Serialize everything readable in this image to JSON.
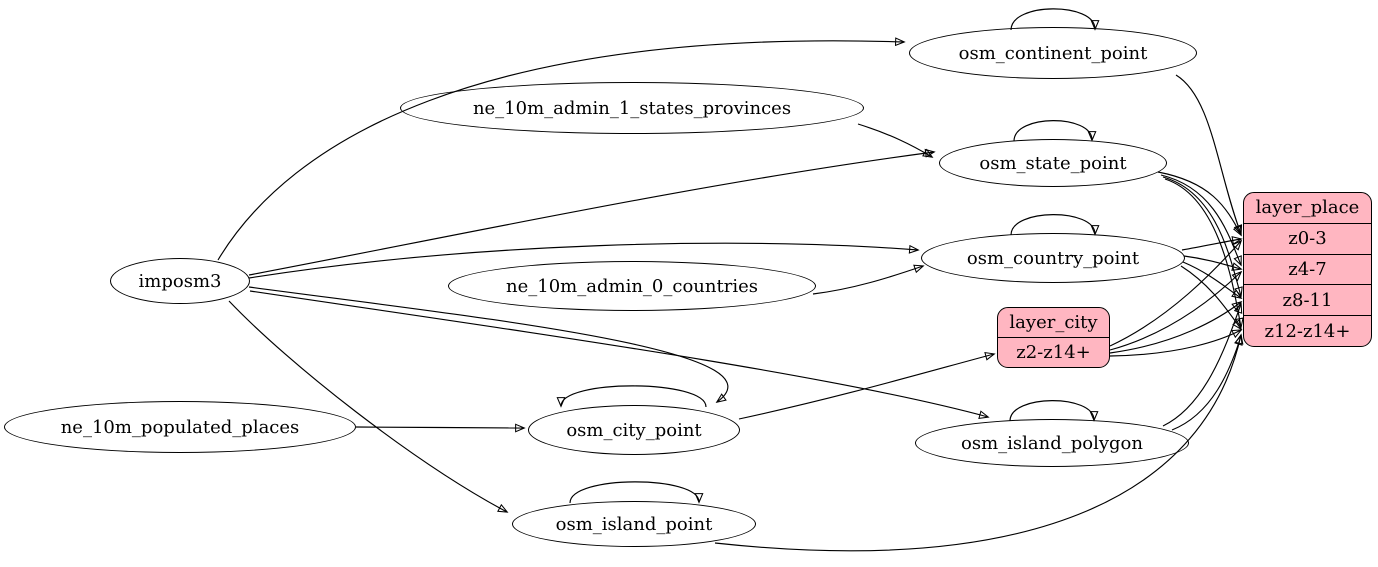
{
  "diagram": {
    "kind": "etl-dataflow-graph",
    "colors": {
      "background": "#ffffff",
      "table_fill": "#ffffff",
      "record_fill": "#ffb6c1",
      "stroke": "#000000",
      "text": "#000000"
    },
    "table_nodes": [
      {
        "id": "imposm3",
        "label": "imposm3"
      },
      {
        "id": "ne_10m_admin_1_states_provinces",
        "label": "ne_10m_admin_1_states_provinces"
      },
      {
        "id": "ne_10m_admin_0_countries",
        "label": "ne_10m_admin_0_countries"
      },
      {
        "id": "ne_10m_populated_places",
        "label": "ne_10m_populated_places"
      },
      {
        "id": "osm_continent_point",
        "label": "osm_continent_point"
      },
      {
        "id": "osm_state_point",
        "label": "osm_state_point"
      },
      {
        "id": "osm_country_point",
        "label": "osm_country_point"
      },
      {
        "id": "osm_city_point",
        "label": "osm_city_point"
      },
      {
        "id": "osm_island_polygon",
        "label": "osm_island_polygon"
      },
      {
        "id": "osm_island_point",
        "label": "osm_island_point"
      }
    ],
    "record_nodes": [
      {
        "id": "layer_city",
        "title": "layer_city",
        "rows": [
          "z2-z14+"
        ]
      },
      {
        "id": "layer_place",
        "title": "layer_place",
        "rows": [
          "z0-3",
          "z4-7",
          "z8-11",
          "z12-z14+"
        ]
      }
    ],
    "edges": [
      {
        "from": "imposm3",
        "to": "osm_continent_point"
      },
      {
        "from": "imposm3",
        "to": "osm_state_point"
      },
      {
        "from": "imposm3",
        "to": "osm_country_point"
      },
      {
        "from": "imposm3",
        "to": "osm_city_point"
      },
      {
        "from": "imposm3",
        "to": "osm_island_polygon"
      },
      {
        "from": "imposm3",
        "to": "osm_island_point"
      },
      {
        "from": "ne_10m_admin_1_states_provinces",
        "to": "osm_state_point"
      },
      {
        "from": "ne_10m_admin_0_countries",
        "to": "osm_country_point"
      },
      {
        "from": "ne_10m_populated_places",
        "to": "osm_city_point"
      },
      {
        "from": "osm_continent_point",
        "to": "osm_continent_point",
        "self": true
      },
      {
        "from": "osm_state_point",
        "to": "osm_state_point",
        "self": true
      },
      {
        "from": "osm_country_point",
        "to": "osm_country_point",
        "self": true
      },
      {
        "from": "osm_city_point",
        "to": "osm_city_point",
        "self": true
      },
      {
        "from": "osm_island_polygon",
        "to": "osm_island_polygon",
        "self": true
      },
      {
        "from": "osm_island_point",
        "to": "osm_island_point",
        "self": true
      },
      {
        "from": "osm_city_point",
        "to": "layer_city",
        "to_row": "z2-z14+"
      },
      {
        "from": "osm_continent_point",
        "to": "layer_place",
        "to_row": "z0-3"
      },
      {
        "from": "osm_state_point",
        "to": "layer_place",
        "to_row": "z0-3"
      },
      {
        "from": "osm_state_point",
        "to": "layer_place",
        "to_row": "z4-7"
      },
      {
        "from": "osm_state_point",
        "to": "layer_place",
        "to_row": "z8-11"
      },
      {
        "from": "osm_state_point",
        "to": "layer_place",
        "to_row": "z12-z14+"
      },
      {
        "from": "osm_country_point",
        "to": "layer_place",
        "to_row": "z0-3"
      },
      {
        "from": "osm_country_point",
        "to": "layer_place",
        "to_row": "z4-7"
      },
      {
        "from": "osm_country_point",
        "to": "layer_place",
        "to_row": "z8-11"
      },
      {
        "from": "osm_country_point",
        "to": "layer_place",
        "to_row": "z12-z14+"
      },
      {
        "from": "osm_island_polygon",
        "to": "layer_place",
        "to_row": "z8-11"
      },
      {
        "from": "osm_island_polygon",
        "to": "layer_place",
        "to_row": "z12-z14+"
      },
      {
        "from": "osm_island_point",
        "to": "layer_place",
        "to_row": "z12-z14+"
      },
      {
        "from": "layer_city",
        "to": "layer_place",
        "to_row": "z0-3"
      },
      {
        "from": "layer_city",
        "to": "layer_place",
        "to_row": "z4-7"
      },
      {
        "from": "layer_city",
        "to": "layer_place",
        "to_row": "z8-11"
      },
      {
        "from": "layer_city",
        "to": "layer_place",
        "to_row": "z12-z14+"
      }
    ]
  }
}
